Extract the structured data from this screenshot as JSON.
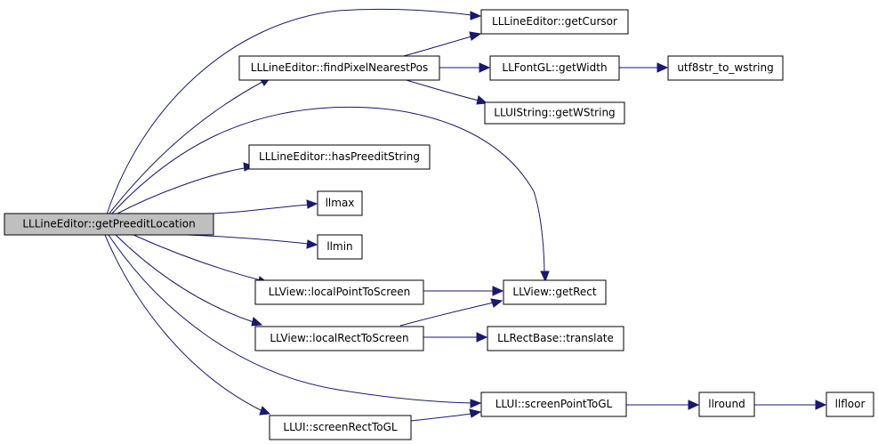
{
  "graph": {
    "root": "LLLineEditor::getPreeditLocation",
    "nodes": {
      "root": "LLLineEditor::getPreeditLocation",
      "getCursor": "LLLineEditor::getCursor",
      "findPixelNearestPos": "LLLineEditor::findPixelNearestPos",
      "getWidth": "LLFontGL::getWidth",
      "utf8str_to_wstring": "utf8str_to_wstring",
      "getWString": "LLUIString::getWString",
      "hasPreeditString": "LLLineEditor::hasPreeditString",
      "llmax": "llmax",
      "llmin": "llmin",
      "localPointToScreen": "LLView::localPointToScreen",
      "getRect": "LLView::getRect",
      "localRectToScreen": "LLView::localRectToScreen",
      "translate": "LLRectBase::translate",
      "screenPointToGL": "LLUI::screenPointToGL",
      "llround": "llround",
      "llfloor": "llfloor",
      "screenRectToGL": "LLUI::screenRectToGL"
    },
    "edges": [
      [
        "root",
        "getCursor"
      ],
      [
        "root",
        "findPixelNearestPos"
      ],
      [
        "root",
        "getRect"
      ],
      [
        "root",
        "hasPreeditString"
      ],
      [
        "root",
        "llmax"
      ],
      [
        "root",
        "llmin"
      ],
      [
        "root",
        "localPointToScreen"
      ],
      [
        "root",
        "localRectToScreen"
      ],
      [
        "root",
        "screenPointToGL"
      ],
      [
        "root",
        "screenRectToGL"
      ],
      [
        "findPixelNearestPos",
        "getCursor"
      ],
      [
        "findPixelNearestPos",
        "getWidth"
      ],
      [
        "findPixelNearestPos",
        "getWString"
      ],
      [
        "getWidth",
        "utf8str_to_wstring"
      ],
      [
        "localPointToScreen",
        "getRect"
      ],
      [
        "localRectToScreen",
        "getRect"
      ],
      [
        "localRectToScreen",
        "translate"
      ],
      [
        "screenPointToGL",
        "llround"
      ],
      [
        "llround",
        "llfloor"
      ],
      [
        "screenRectToGL",
        "screenPointToGL"
      ]
    ],
    "colors": {
      "edge": "#191970",
      "root_fill": "#bfbfbf",
      "node_fill": "#ffffff",
      "border": "#000000"
    }
  }
}
